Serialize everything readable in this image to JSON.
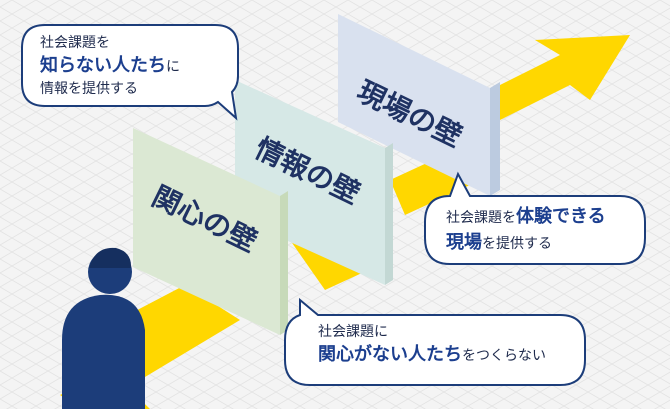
{
  "walls": [
    {
      "id": "kanshin",
      "label": "関心の壁"
    },
    {
      "id": "joho",
      "label": "情報の壁"
    },
    {
      "id": "genba",
      "label": "現場の壁"
    }
  ],
  "bubbles": {
    "top": {
      "line1": "社会課題を",
      "line2_em": "知らない人たち",
      "line2_tail": "に",
      "line3": "情報を提供する"
    },
    "right": {
      "line1_head": "社会課題を",
      "line1_em": "体験できる",
      "line2_em": "現場",
      "line2_tail": "を提供する"
    },
    "bottom": {
      "line1": "社会課題に",
      "line2_em": "関心がない人たち",
      "line2_tail": "をつくらない"
    }
  },
  "colors": {
    "path_yellow": "#ffd700",
    "person_navy": "#1c3d7a",
    "wall_front": "#dbe8d3",
    "wall_mid": "#d6e8e6",
    "wall_back": "#d9e1ef",
    "bubble_border": "#1c3d7a"
  }
}
